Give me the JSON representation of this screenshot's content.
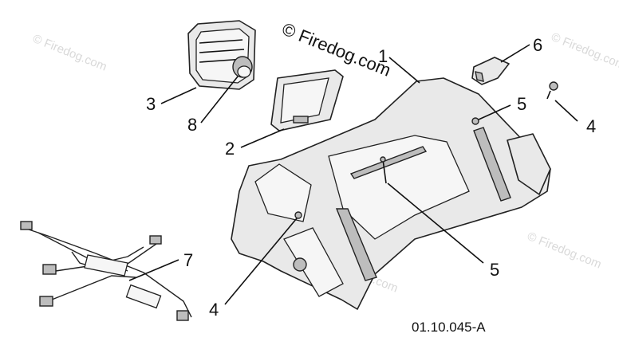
{
  "watermark": {
    "main": "© Firedog.com",
    "faded": "© Firedog.com"
  },
  "diagram_code": "01.10.045-A",
  "callouts": {
    "c1": "1",
    "c2": "2",
    "c3": "3",
    "c4a": "4",
    "c4b": "4",
    "c5a": "5",
    "c5b": "5",
    "c6": "6",
    "c7": "7",
    "c8": "8"
  },
  "icons": {
    "headlight": "headlight-lamp-icon",
    "bezel": "headlight-bezel-icon",
    "hood": "hood-panel-icon",
    "switch": "switch-icon",
    "nut": "nut-icon",
    "screw": "screw-icon",
    "harness": "wiring-harness-icon",
    "bulb": "bulb-socket-icon"
  }
}
